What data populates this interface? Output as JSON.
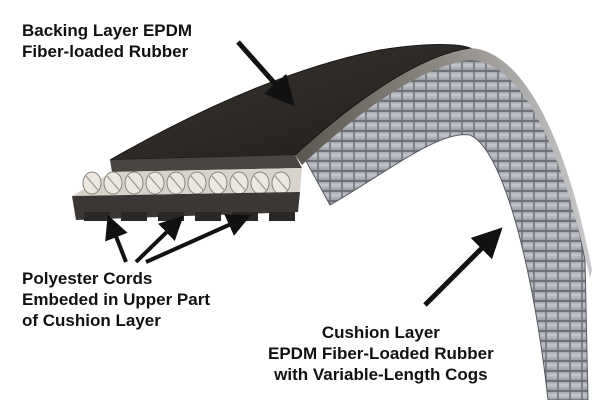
{
  "labels": {
    "backing": [
      "Backing Layer EPDM",
      "Fiber-loaded Rubber"
    ],
    "cords": [
      "Polyester Cords",
      "Embeded in Upper Part",
      "of Cushion Layer"
    ],
    "cushion": [
      "Cushion Layer",
      "EPDM Fiber-Loaded Rubber",
      "with Variable-Length Cogs"
    ]
  },
  "colors": {
    "background": "#ffffff",
    "backing_dark": "#2a2724",
    "backing_mid": "#4a4540",
    "cord_light": "#e8e4dc",
    "cog_silver": "#b9bcc2",
    "cog_dark": "#6e7178",
    "arrow": "#111111",
    "text": "#111111"
  }
}
